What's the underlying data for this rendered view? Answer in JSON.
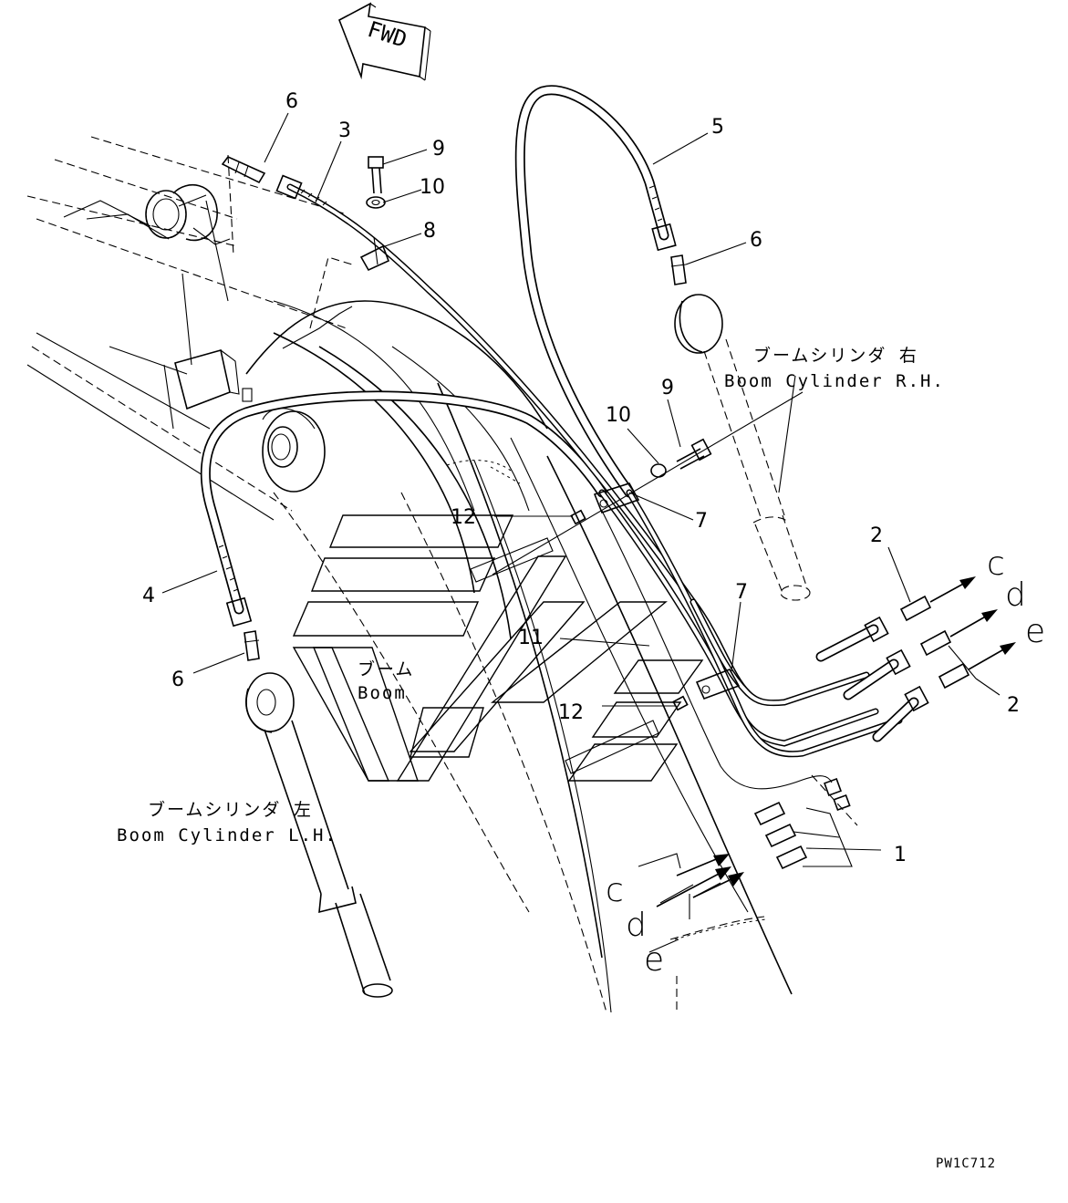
{
  "header": {
    "fwd_label": "FWD"
  },
  "callouts": {
    "c1": "1",
    "c2a": "2",
    "c2b": "2",
    "c3": "3",
    "c4": "4",
    "c5": "5",
    "c6a": "6",
    "c6b": "6",
    "c6c": "6",
    "c7a": "7",
    "c7b": "7",
    "c8": "8",
    "c9a": "9",
    "c9b": "9",
    "c10a": "10",
    "c10b": "10",
    "c11": "11",
    "c12a": "12",
    "c12b": "12"
  },
  "connection_letters": {
    "right_c": "c",
    "right_d": "d",
    "right_e": "e",
    "lower_c": "c",
    "lower_d": "d",
    "lower_e": "e"
  },
  "captions": {
    "rh_jp": "ブームシリンダ 右",
    "rh_en": "Boom Cylinder R.H.",
    "lh_jp": "ブームシリンダ 左",
    "lh_en": "Boom Cylinder L.H.",
    "boom_jp": "ブーム",
    "boom_en": "Boom"
  },
  "footer": {
    "drawing_code": "PW1C712"
  }
}
